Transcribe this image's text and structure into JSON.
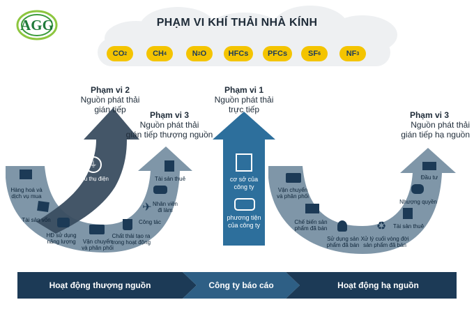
{
  "logo": {
    "text": "AGG"
  },
  "title": "PHẠM VI KHÍ THẢI NHÀ KÍNH",
  "gases": [
    {
      "base": "CO",
      "sub": "2"
    },
    {
      "base": "CH",
      "sub": "4"
    },
    {
      "base": "N",
      "sub": "2",
      "tail": "O"
    },
    {
      "base": "HFCs",
      "sub": ""
    },
    {
      "base": "PFCs",
      "sub": ""
    },
    {
      "base": "SF",
      "sub": "6"
    },
    {
      "base": "NF",
      "sub": "3"
    }
  ],
  "scope2": {
    "heading": "Phạm vi 2",
    "line1": "Nguồn phát thải",
    "line2": "gián tiếp"
  },
  "scope1": {
    "heading": "Phạm vi 1",
    "line1": "Nguồn phát thải",
    "line2": "trực tiếp"
  },
  "scope3_up": {
    "heading": "Phạm vi 3",
    "line1": "Nguồn phát thải",
    "line2": "gián tiếp thượng nguồn"
  },
  "scope3_down": {
    "heading": "Phạm vi 3",
    "line1": "Nguồn phát thải",
    "line2": "gián tiếp hạ nguồn"
  },
  "scope2_items": {
    "electricity": "Tiêu thụ điện"
  },
  "upstream_items": {
    "goods": [
      "Hàng hoá và",
      "dịch vụ mua"
    ],
    "capital": "Tài sản vốn",
    "fuel": [
      "HĐ sử dụng",
      "năng lượng"
    ],
    "transport": [
      "Vận chuyển",
      "và phân phối"
    ],
    "waste": [
      "Chất thải tạo ra",
      "trong hoạt động"
    ],
    "travel": "Công tác",
    "commute": [
      "Nhân viên",
      "đi làm"
    ],
    "leased": "Tài sản thuê"
  },
  "scope1_items": {
    "facility": [
      "cơ sở của",
      "công ty"
    ],
    "vehicles": [
      "phương tiện",
      "của công ty"
    ]
  },
  "downstream_items": {
    "transport": [
      "Vận chuyển",
      "và phân phối"
    ],
    "processing": [
      "Chế biến sản",
      "phẩm đã bán"
    ],
    "use": [
      "Sử dụng sản",
      "phẩm đã bán"
    ],
    "eol": [
      "Xử lý cuối vòng đời",
      "sản phẩm đã bán"
    ],
    "leased": "Tài sản thuê",
    "franchise": "Nhượng quyền",
    "invest": "Đầu tư"
  },
  "bottom": {
    "upstream": "Hoạt động thượng nguồn",
    "company": "Công ty báo cáo",
    "downstream": "Hoạt động hạ nguồn"
  },
  "colors": {
    "navy": "#1c3a56",
    "mid": "#2d6f9c",
    "gray": "#6c8499",
    "light": "#e8eef3",
    "yellow": "#f4c400",
    "green": "#3c9b3c"
  }
}
